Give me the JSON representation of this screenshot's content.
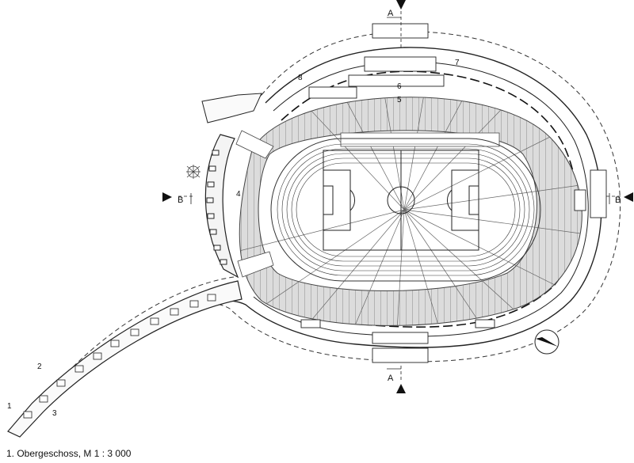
{
  "caption": "1. Obergeschoss, M 1 : 3 000",
  "section_markers": {
    "a_top": "A",
    "a_bottom": "A",
    "b_left": "B",
    "b_right": "B"
  },
  "room_numbers": {
    "n1": "1",
    "n2": "2",
    "n3": "3",
    "n4": "4",
    "n5": "5",
    "n6": "6",
    "n7": "7",
    "n8": "8"
  },
  "icons": {
    "north_arrow": "north-arrow-icon",
    "section_marker": "triangle-marker-icon"
  }
}
